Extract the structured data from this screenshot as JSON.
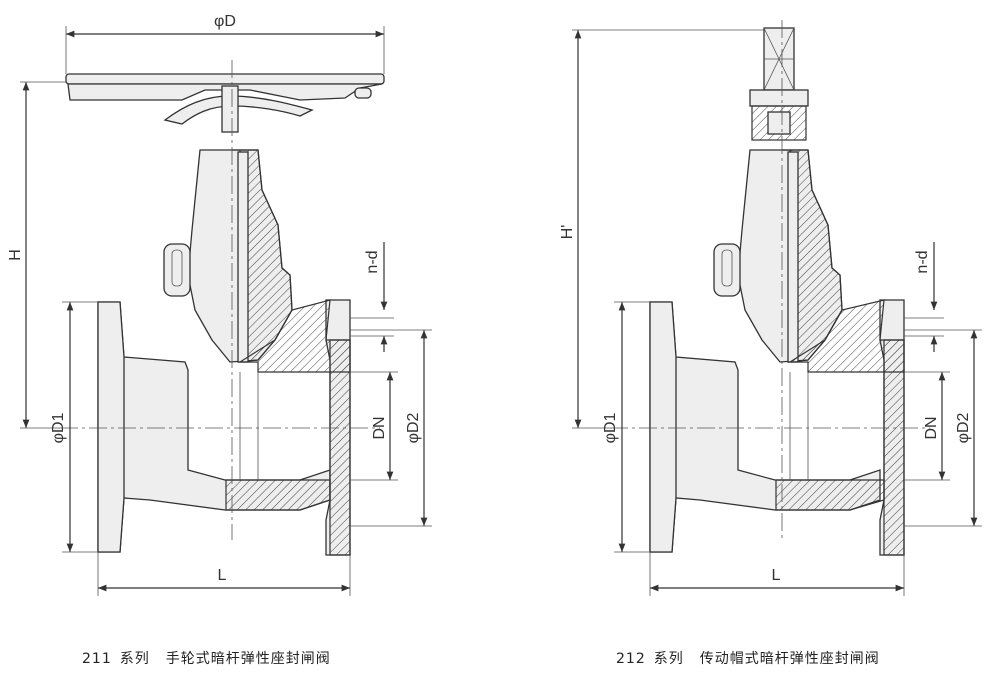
{
  "drawing_left": {
    "dims": {
      "top_width": "φD",
      "height": "H",
      "flange_left": "φD1",
      "bolt_holes": "n-d",
      "bore": "DN",
      "flange_right": "φD2",
      "length": "L"
    },
    "caption": {
      "number": "211",
      "series": "系列",
      "title": "手轮式暗杆弹性座封闸阀"
    }
  },
  "drawing_right": {
    "dims": {
      "height": "H'",
      "flange_left": "φD1",
      "bolt_holes": "n-d",
      "bore": "DN",
      "flange_right": "φD2",
      "length": "L"
    },
    "caption": {
      "number": "212",
      "series": "系列",
      "title": "传动帽式暗杆弹性座封闸阀"
    }
  }
}
